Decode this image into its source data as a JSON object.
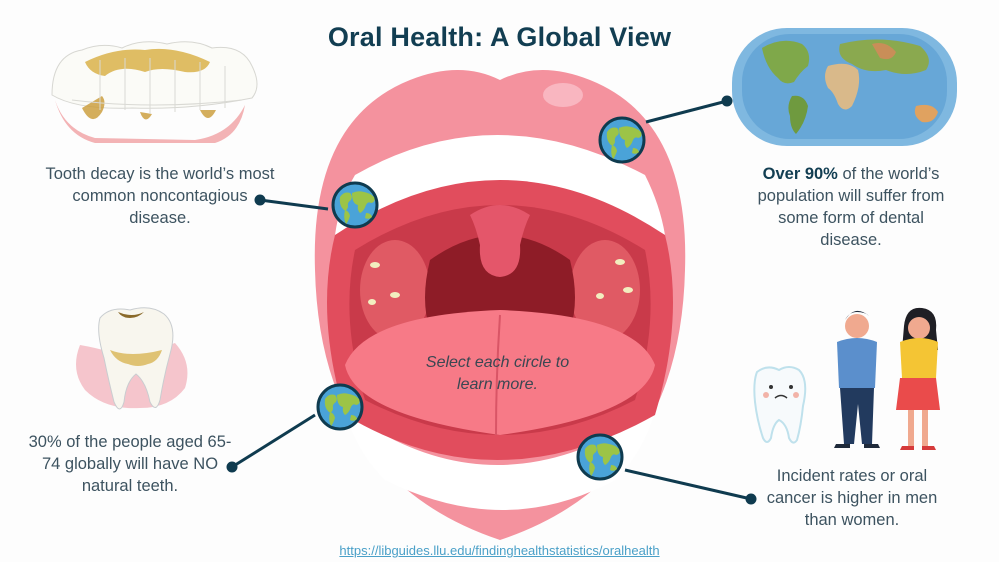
{
  "header": {
    "title": "Oral Health: A Global View"
  },
  "facts": [
    {
      "id": "tooth-decay",
      "text": "Tooth decay is the world’s most common noncontagious disease."
    },
    {
      "id": "dental-disease",
      "bold": "Over 90%",
      "text": " of the world’s population will suffer from some form of dental disease."
    },
    {
      "id": "no-natural-teeth",
      "text": "30% of the people aged 65-74 globally will have NO natural teeth."
    },
    {
      "id": "oral-cancer",
      "text": "Incident rates or oral cancer is higher in men than women."
    }
  ],
  "instruction": "Select each circle to learn more.",
  "source_link": "https://libguides.llu.edu/findinghealthstatistics/oralhealth",
  "colors": {
    "title": "#123e52",
    "lip": "#f4929e",
    "mouth_inner": "#d9404f",
    "throat": "#8e1c27",
    "tongue": "#f77a87",
    "globe_ocean": "#4aa3d8",
    "globe_land": "#9cc447",
    "connector": "#0f3b4f"
  },
  "icons": [
    "globe-icon",
    "teeth-plaque-image",
    "world-map-image",
    "decayed-tooth-image",
    "sad-tooth-image",
    "people-toothache-image"
  ]
}
